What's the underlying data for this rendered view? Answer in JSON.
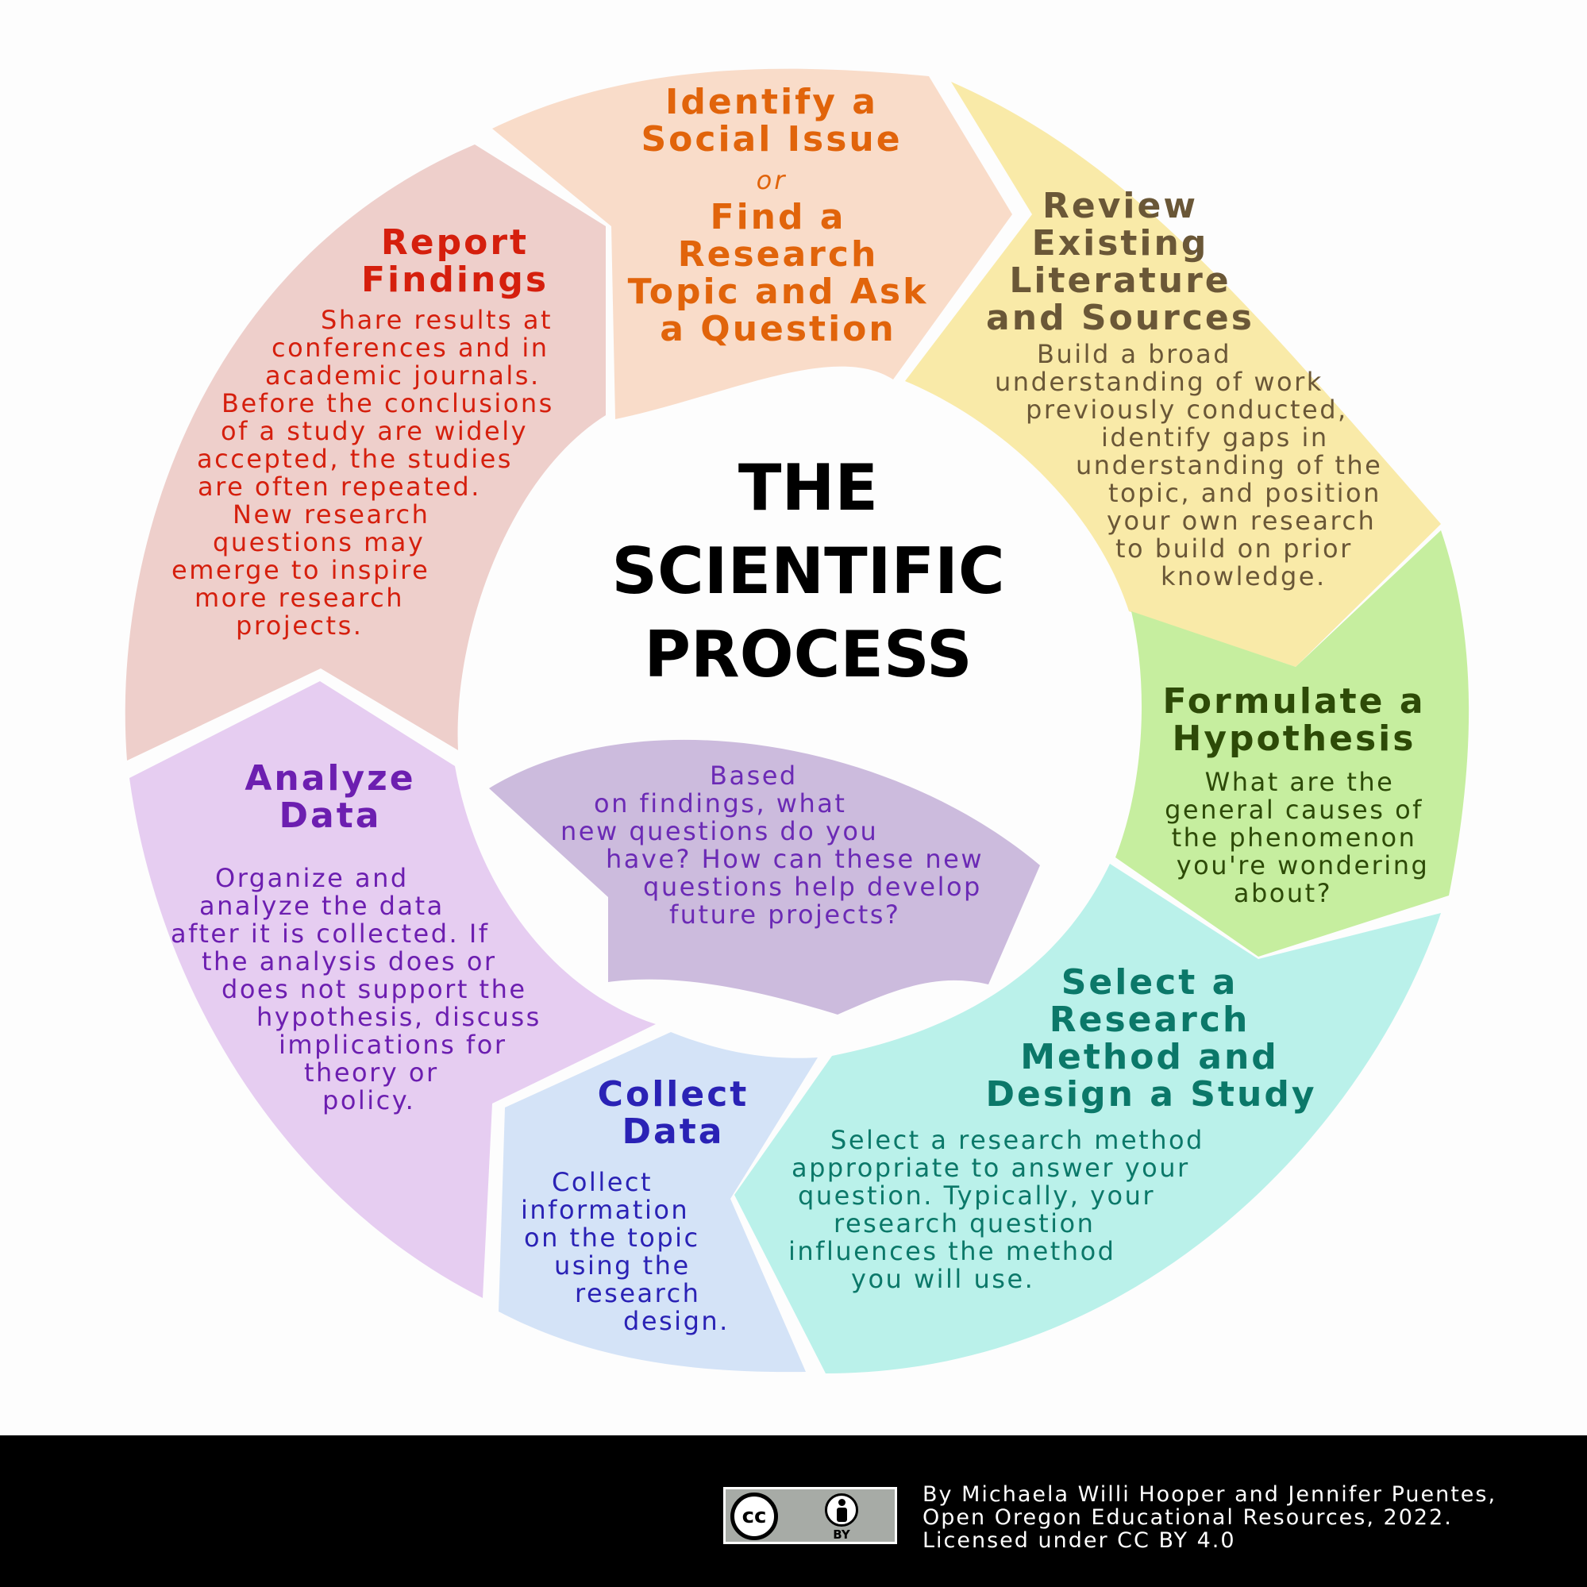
{
  "center": {
    "line1": "THE",
    "line2": "SCIENTIFIC",
    "line3": "PROCESS"
  },
  "steps": {
    "identify": {
      "title1": "Identify a",
      "title2": "Social Issue",
      "connector": "or",
      "title3": "Find a",
      "title4": "Research",
      "title5": "Topic and Ask",
      "title6": "a Question"
    },
    "review": {
      "title": [
        "Review",
        "Existing",
        "Literature",
        "and Sources"
      ],
      "body": [
        "Build a broad",
        "understanding of work",
        "previously conducted,",
        "identify gaps in",
        "understanding of the",
        "topic, and position",
        "your own research",
        "to build on prior",
        "knowledge."
      ]
    },
    "hypothesis": {
      "title": [
        "Formulate a",
        "Hypothesis"
      ],
      "body": [
        "What are the",
        "general causes of",
        "the phenomenon",
        "you're wondering",
        "about?"
      ]
    },
    "method": {
      "title": [
        "Select a",
        "Research",
        "Method and",
        "Design a Study"
      ],
      "body": [
        "Select a research method",
        "appropriate to answer your",
        "question. Typically, your",
        "research question",
        "influences the method",
        "you will use."
      ]
    },
    "collect": {
      "title": [
        "Collect",
        "Data"
      ],
      "body": [
        "Collect",
        "information",
        "on the topic",
        "using the",
        "research",
        "design."
      ]
    },
    "analyze": {
      "title": [
        "Analyze",
        "Data"
      ],
      "body": [
        "Organize and",
        "analyze the data",
        "after it is collected. If",
        "the analysis does or",
        "does not support the",
        "hypothesis, discuss",
        "implications for",
        "theory or",
        "policy."
      ]
    },
    "report": {
      "title": [
        "Report",
        "Findings"
      ],
      "body": [
        "Share results at",
        "conferences and in",
        "academic journals.",
        "Before the conclusions",
        "of a study are widely",
        "accepted, the studies",
        "are often repeated.",
        "New research",
        "questions may",
        "emerge to inspire",
        "more research",
        "projects."
      ]
    },
    "inner": {
      "body": [
        "Based",
        "on findings, what",
        "new questions do you",
        "have? How can these new",
        "questions help develop",
        "future projects?"
      ]
    }
  },
  "colors": {
    "identify_fill": "#f9dcc9",
    "identify_text": "#e1640b",
    "review_fill": "#f9eaa8",
    "review_text": "#6a5737",
    "hypothesis_fill": "#c6ee9f",
    "hypothesis_text": "#2d4a07",
    "method_fill": "#baf1ea",
    "method_text": "#0b7869",
    "collect_fill": "#d4e3f7",
    "collect_text": "#2a22b5",
    "analyze_fill": "#e6cdf1",
    "analyze_text": "#6c1eb0",
    "report_fill": "#eecfcb",
    "report_text": "#d51f0d",
    "inner_fill": "#ccbbdd",
    "inner_text": "#6b2ab5"
  },
  "footer": {
    "license_badge_cc": "cc",
    "license_badge_by": "BY",
    "credit": [
      "By Michaela Willi Hooper and Jennifer Puentes,",
      "Open Oregon Educational Resources, 2022.",
      "Licensed under CC BY 4.0"
    ],
    "badge_icons": [
      "creative-commons-icon",
      "attribution-person-icon"
    ]
  }
}
